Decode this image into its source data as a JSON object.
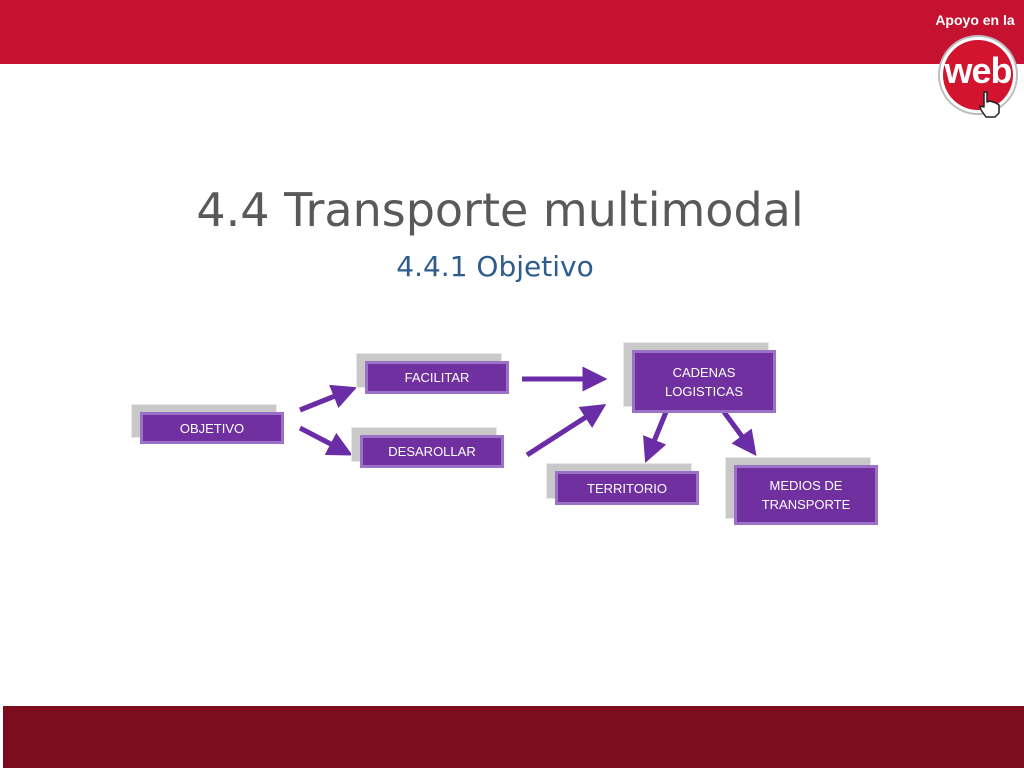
{
  "slide": {
    "title": "4.4 Transporte multimodal",
    "subtitle": "4.4.1 Objetivo"
  },
  "logo": {
    "caption": "Apoyo en la",
    "word": "web"
  },
  "colors": {
    "top_bar": "#c41230",
    "bottom_bar": "#7b0d1e",
    "node_fill": "#7030a0",
    "node_border": "#9b72c6",
    "arrow": "#6b2ca8"
  },
  "diagram": {
    "nodes": {
      "objetivo": "OBJETIVO",
      "facilitar": "FACILITAR",
      "desarollar": "DESAROLLAR",
      "cadenas": "CADENAS\nLOGISTICAS",
      "territorio": "TERRITORIO",
      "medios": "MEDIOS DE\nTRANSPORTE"
    },
    "edges": [
      [
        "objetivo",
        "facilitar"
      ],
      [
        "objetivo",
        "desarollar"
      ],
      [
        "facilitar",
        "cadenas"
      ],
      [
        "desarollar",
        "cadenas"
      ],
      [
        "cadenas",
        "territorio"
      ],
      [
        "cadenas",
        "medios"
      ]
    ]
  }
}
